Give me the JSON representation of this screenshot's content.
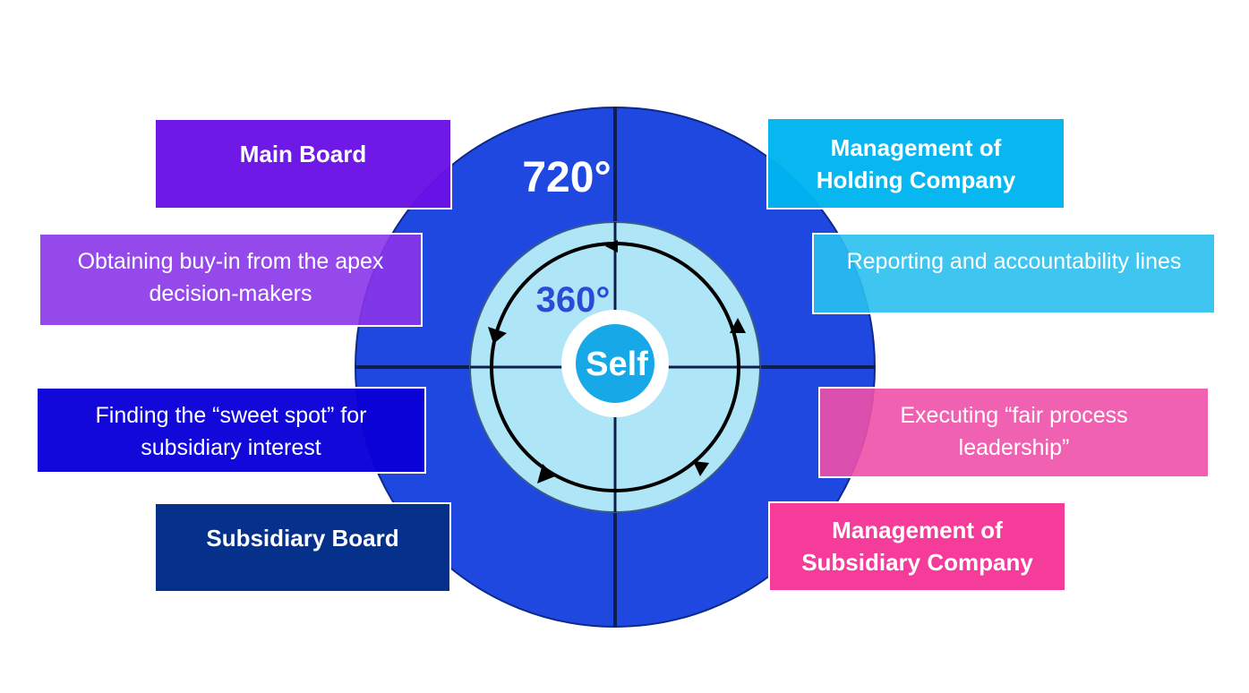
{
  "center": {
    "label": "Self",
    "inner_label": "360°",
    "outer_label": "720°"
  },
  "left": [
    {
      "text": "Main Board",
      "kind": "title",
      "color": "#6a12e6"
    },
    {
      "text": "Obtaining buy-in from the apex decision-makers",
      "kind": "desc",
      "color": "#8a35e8"
    },
    {
      "text": "Finding the “sweet spot” for subsidiary interest",
      "kind": "desc",
      "color": "#0a00d8"
    },
    {
      "text": "Subsidiary Board",
      "kind": "title",
      "color": "#06318a"
    }
  ],
  "right": [
    {
      "text": "Management of Holding Company",
      "kind": "title",
      "color": "#00b4ef"
    },
    {
      "text": "Reporting and accountability lines",
      "kind": "desc",
      "color": "#29c0f0"
    },
    {
      "text": "Executing “fair process leadership”",
      "kind": "desc",
      "color": "#f050a8"
    },
    {
      "text": "Management of Subsidiary Company",
      "kind": "title",
      "color": "#f53c9a"
    }
  ],
  "colors": {
    "outer_circle": "#1f48e0",
    "inner_circle": "#aee6f8",
    "self": "#17a8e8",
    "lines": "#0d1f4a"
  }
}
